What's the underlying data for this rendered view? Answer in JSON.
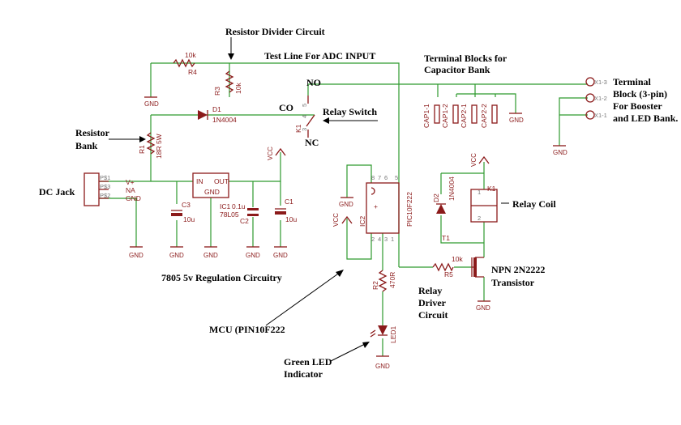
{
  "annotations": {
    "resistor_divider": "Resistor Divider Circuit",
    "test_line": "Test Line For ADC INPUT",
    "terminal_blocks_1": "Terminal Blocks for",
    "terminal_blocks_2": "Capacitor Bank",
    "no": "NO",
    "co": "CO",
    "nc": "NC",
    "relay_switch": "Relay Switch",
    "resistor_bank_1": "Resistor",
    "resistor_bank_2": "Bank",
    "dc_jack": "DC Jack",
    "regulation": "7805 5v Regulation Circuitry",
    "relay_coil": "Relay Coil",
    "npn_1": "NPN 2N2222",
    "npn_2": "Transistor",
    "driver_1": "Relay",
    "driver_2": "Driver",
    "driver_3": "Circuit",
    "mcu": "MCU (PIN10F222",
    "led_1": "Green LED",
    "led_2": "Indicator",
    "tb3_1": "Terminal",
    "tb3_2": "Block (3-pin)",
    "tb3_3": "For Booster",
    "tb3_4": "and LED Bank."
  },
  "components": {
    "r4_value": "10k",
    "r4_name": "R4",
    "r3_name": "R3",
    "r3_value": "10k",
    "d1_name": "D1",
    "d1_value": "1N4004",
    "r1_name": "R1",
    "r1_value": "18R 5W",
    "k1_switch": "K1",
    "jack_pins": [
      "P$1",
      "P$3",
      "P$2"
    ],
    "jack_nets": [
      "V+",
      "NA",
      "GND"
    ],
    "c3_name": "C3",
    "c3_value": "10u",
    "ic1_in": "IN",
    "ic1_out": "OUT",
    "ic1_gnd": "GND",
    "ic1_name": "IC1",
    "ic1_value": "78L05",
    "c2_value": "0.1u",
    "c2_name": "C2",
    "c1_name": "C1",
    "c1_value": "10u",
    "vcc": "VCC",
    "gnd": "GND",
    "ic2_name": "IC2",
    "ic2_value": "PIC10F222",
    "ic2_pin_labels": [
      "8",
      "6",
      "2",
      "5",
      "4",
      "3",
      "7",
      "1"
    ],
    "cap_labels": [
      "CAP1-1",
      "CAP1-2",
      "CAP2-1",
      "CAP2-2"
    ],
    "x1_labels": [
      "X1-3",
      "X1-2",
      "X1-1"
    ],
    "d2_name": "D2",
    "d2_value": "1N4004",
    "k1_coil": "K1",
    "coil_pins": [
      "1",
      "2"
    ],
    "t1_name": "T1",
    "r5_value": "10k",
    "r5_name": "R5",
    "r2_name": "R2",
    "r2_value": "470R",
    "led1_name": "LED1",
    "switch_pins": [
      "5",
      "4",
      "3"
    ],
    "plus": "+"
  },
  "colors": {
    "wire": "#2e9a2e",
    "component": "#8b1a1a",
    "pin_label": "#777777",
    "annotation": "#000000"
  }
}
